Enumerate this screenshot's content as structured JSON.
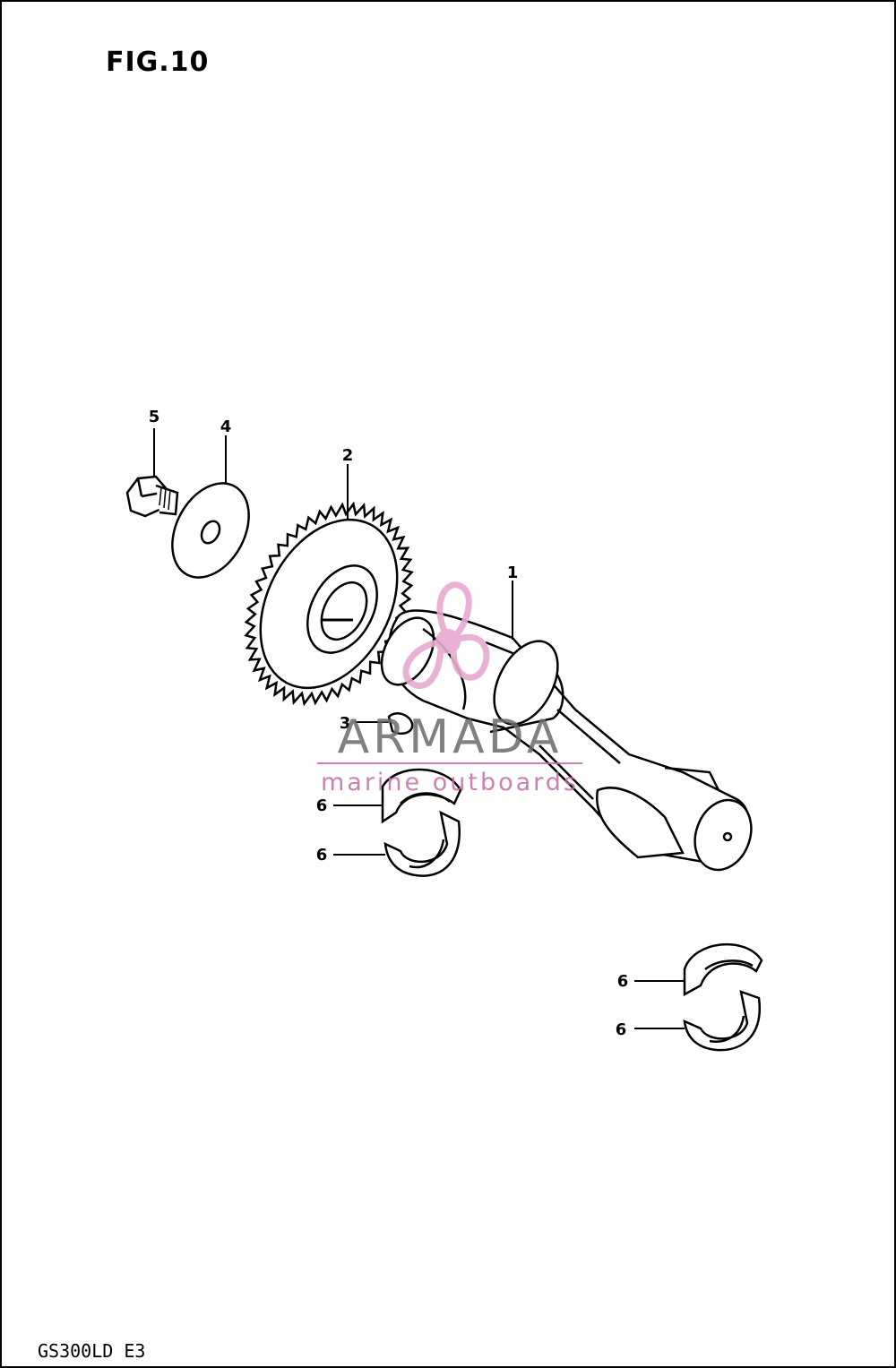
{
  "figure": {
    "title": "FIG.10",
    "model_code": "GS300LD E3"
  },
  "callouts": [
    {
      "id": "callout-1",
      "label": "1"
    },
    {
      "id": "callout-2",
      "label": "2"
    },
    {
      "id": "callout-3",
      "label": "3"
    },
    {
      "id": "callout-4",
      "label": "4"
    },
    {
      "id": "callout-5",
      "label": "5"
    },
    {
      "id": "callout-6a",
      "label": "6"
    },
    {
      "id": "callout-6b",
      "label": "6"
    },
    {
      "id": "callout-6c",
      "label": "6"
    },
    {
      "id": "callout-6d",
      "label": "6"
    }
  ],
  "watermark": {
    "title": "ARMADA",
    "subtitle": "marine outboards",
    "colors": {
      "text": "#6a6a6a",
      "accent": "#c46aa7",
      "logo": "#e7a9cf"
    }
  }
}
